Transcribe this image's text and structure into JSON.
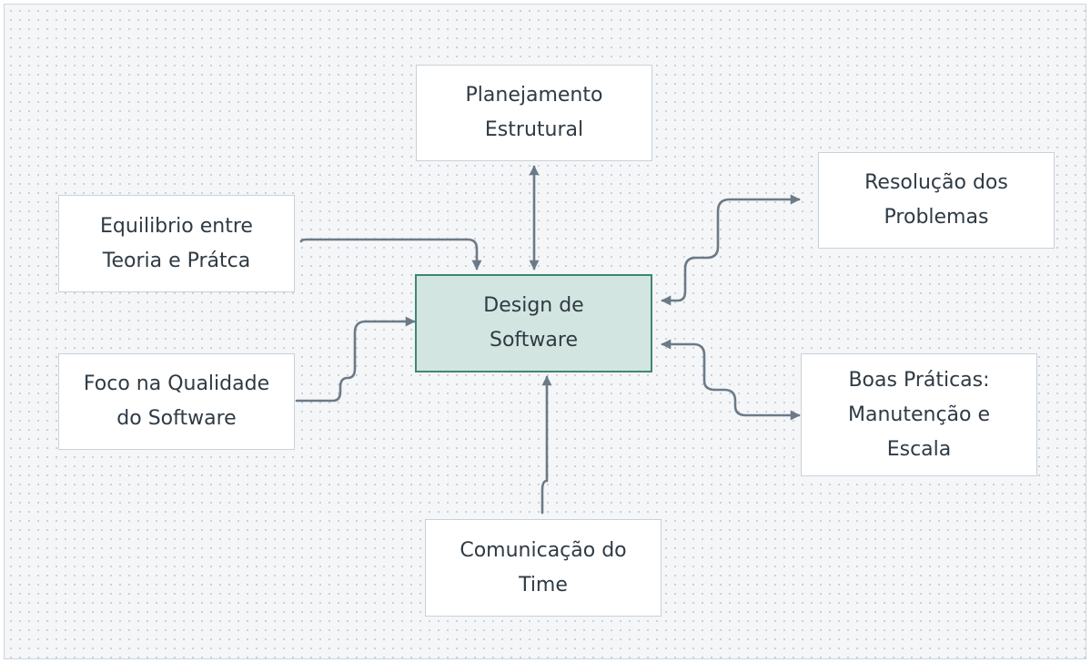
{
  "diagram": {
    "center": {
      "label": "Design de\nSoftware"
    },
    "nodes": {
      "planejamento": {
        "label": "Planejamento\nEstrutural"
      },
      "equilibrio": {
        "label": "Equilibrio entre\nTeoria e Prátca"
      },
      "foco": {
        "label": "Foco na Qualidade\ndo Software"
      },
      "comunicacao": {
        "label": "Comunicação do\nTime"
      },
      "resolucao": {
        "label": "Resolução dos\nProblemas"
      },
      "boas_praticas": {
        "label": "Boas Práticas:\nManutenção e\nEscala"
      }
    },
    "connector_color": "#6c7a87",
    "central_fill": "#d3e5e0",
    "central_border": "#3f8673"
  }
}
